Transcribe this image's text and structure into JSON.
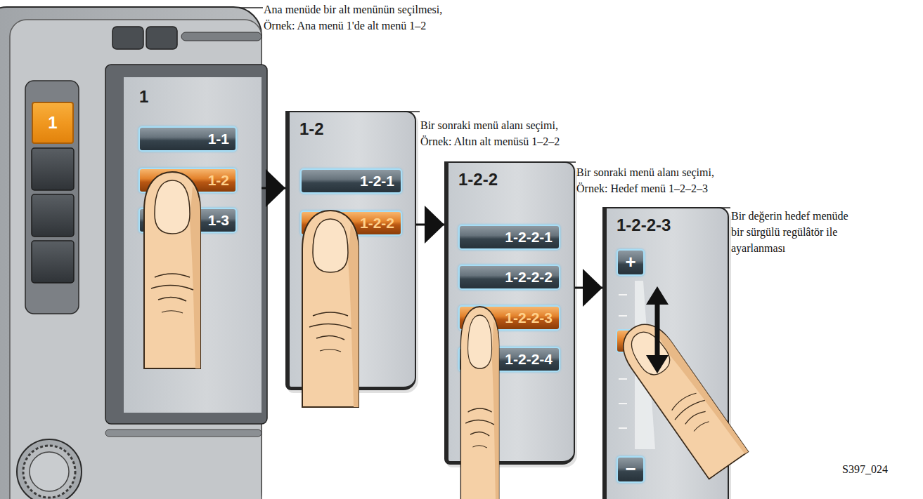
{
  "diagram": {
    "nodes": [
      {
        "text": [
          "1"
        ]
      },
      {
        "text": [
          "1"
        ]
      },
      {
        "text": [
          "1-1"
        ],
        "in": 1
      },
      {
        "text": [
          "1-2"
        ],
        "in": 1
      },
      {
        "text": [
          "1-3"
        ],
        "in": 1
      },
      {
        "text": [
          "1-2"
        ]
      },
      {
        "text": [
          "1-2-1"
        ],
        "in": 5
      },
      {
        "text": [
          "1-2-2"
        ],
        "in": 5
      },
      {
        "text": [
          "1-2-2"
        ]
      },
      {
        "text": [
          "1-2-2-1"
        ],
        "in": 8
      },
      {
        "text": [
          "1-2-2-2"
        ],
        "in": 8
      },
      {
        "text": [
          "1-2-2-3"
        ],
        "in": 8
      },
      {
        "text": [
          "1-2-2-4"
        ],
        "in": 8
      },
      {
        "text": [
          "1-2-2-3"
        ]
      },
      {
        "text": [
          "+"
        ],
        "in": 13
      },
      {
        "text": [
          "−"
        ],
        "in": 13
      }
    ],
    "edges": [
      {
        "from": 1,
        "to": 5,
        "arrow": "to"
      },
      {
        "from": 5,
        "to": 8,
        "arrow": "to"
      },
      {
        "from": 8,
        "to": 13,
        "arrow": "to"
      }
    ],
    "labels": [
      "Ana menüde bir alt menünün seçilmesi, Örnek: Ana menü 1'de alt menü 1–2",
      "Bir sonraki menü alanı seçimi, Örnek: Altın alt menüsü 1–2–2",
      "Bir sonraki menü alanı seçimi, Örnek: Hedef menü 1–2–2–3",
      "Bir değerin hedef menüde bir sürgülü regülâtör ile ayarlanması",
      "S397_024"
    ]
  }
}
